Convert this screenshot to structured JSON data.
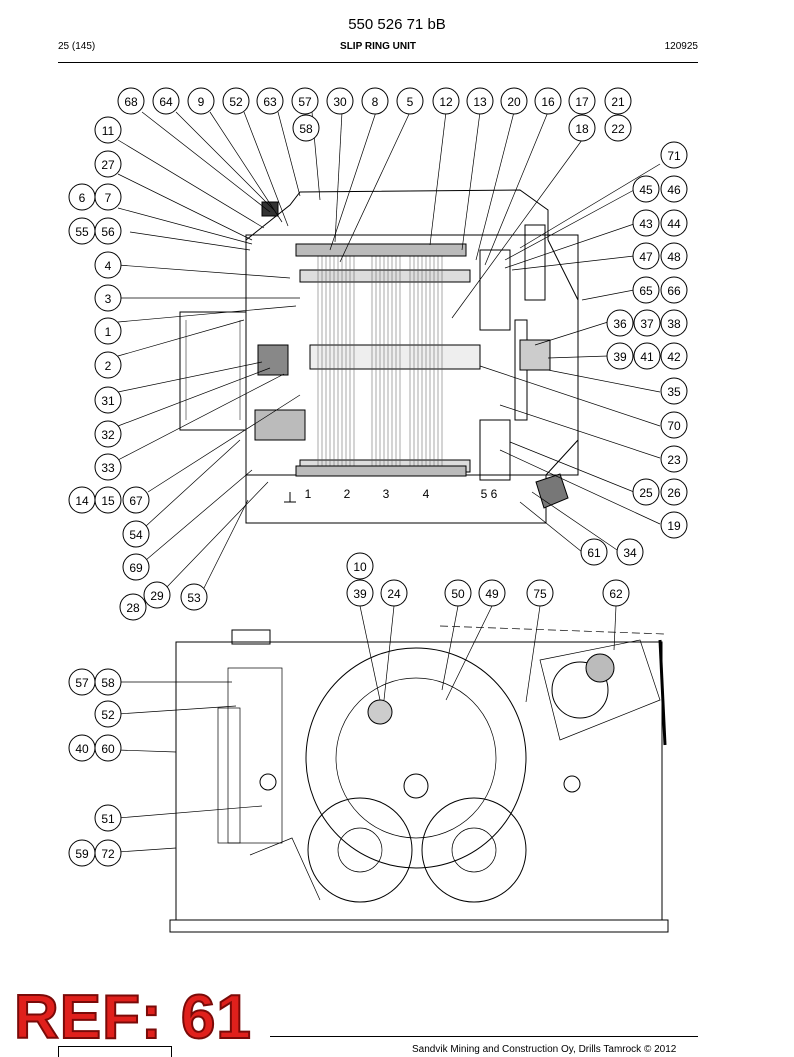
{
  "header": {
    "doc_number": "550 526 71 bB",
    "page": "25 (145)",
    "title": "SLIP RING UNIT",
    "date": "120925"
  },
  "upper_view": {
    "callouts": [
      "68",
      "64",
      "9",
      "52",
      "63",
      "57",
      "30",
      "8",
      "5",
      "12",
      "13",
      "20",
      "16",
      "17",
      "21",
      "58",
      "18",
      "22",
      "11",
      "27",
      "71",
      "6",
      "7",
      "45",
      "46",
      "55",
      "56",
      "43",
      "44",
      "4",
      "47",
      "48",
      "3",
      "65",
      "66",
      "1",
      "36",
      "37",
      "38",
      "2",
      "39",
      "41",
      "42",
      "31",
      "35",
      "32",
      "70",
      "33",
      "23",
      "14",
      "15",
      "67",
      "25",
      "26",
      "54",
      "19",
      "69",
      "61",
      "34",
      "29",
      "28",
      "53"
    ],
    "ring_labels": [
      "1",
      "2",
      "3",
      "4",
      "5 6"
    ]
  },
  "lower_view": {
    "callouts": [
      "10",
      "39",
      "24",
      "50",
      "49",
      "75",
      "62",
      "57",
      "58",
      "52",
      "40",
      "60",
      "51",
      "59",
      "72"
    ]
  },
  "stamp": "REF: 61",
  "footer": "Sandvik Mining and Construction Oy, Drills Tamrock © 2012"
}
